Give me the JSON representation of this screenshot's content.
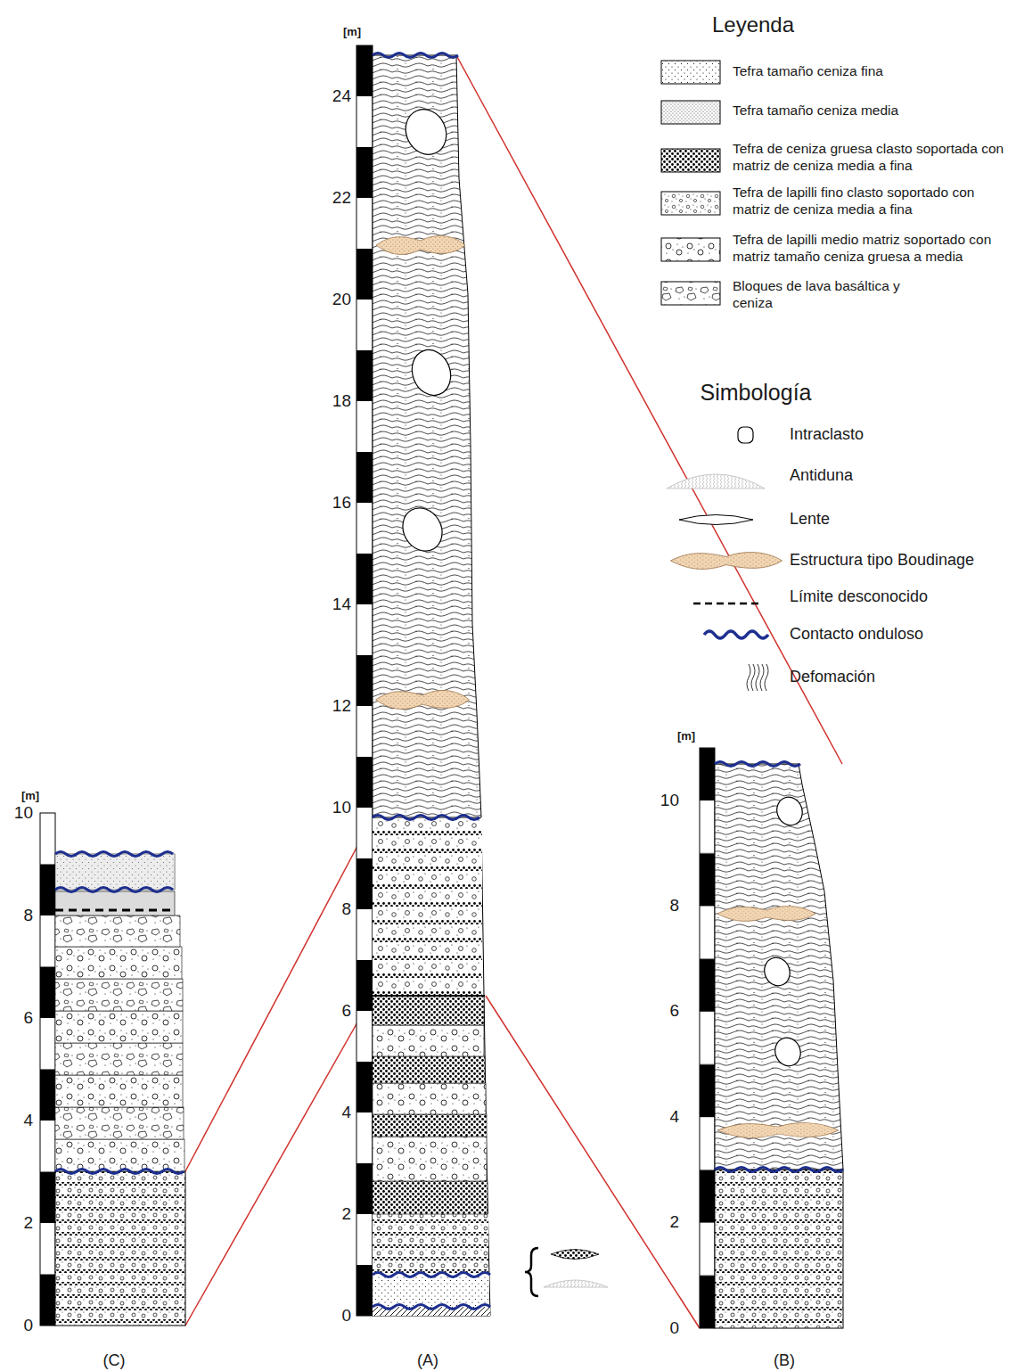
{
  "diagram": {
    "labels": [
      "[m]",
      "10",
      "8",
      "6",
      "4",
      "2",
      "0",
      "[m]",
      "24",
      "22",
      "20",
      "18",
      "16",
      "14",
      "12",
      "10",
      "8",
      "6",
      "4",
      "2",
      "0",
      "[m]",
      "10",
      "8",
      "6",
      "4",
      "2",
      "0",
      "(C)",
      "(A)",
      "(B)",
      "Leyenda",
      "Simbología"
    ],
    "legend": [
      {
        "text": "Tefra tamaño ceniza fina"
      },
      {
        "text": "Tefra tamaño ceniza media"
      },
      {
        "text": "Tefra de ceniza gruesa clasto soportada con matriz de ceniza media a fina"
      },
      {
        "text": "Tefra de lapilli fino clasto soportado con matriz de ceniza media a fina"
      },
      {
        "text": "Tefra de lapilli medio matriz soportado con matriz tamaño ceniza gruesa a media"
      },
      {
        "text": "Bloques de lava basáltica y ceniza"
      },
      {
        "text": "Intraclasto"
      },
      {
        "text": "Antiduna"
      },
      {
        "text": "Lente"
      },
      {
        "text": "Estructura tipo Boudinage"
      },
      {
        "text": "Límite desconocido"
      },
      {
        "text": "Contacto onduloso"
      },
      {
        "text": "Defomación"
      }
    ]
  }
}
